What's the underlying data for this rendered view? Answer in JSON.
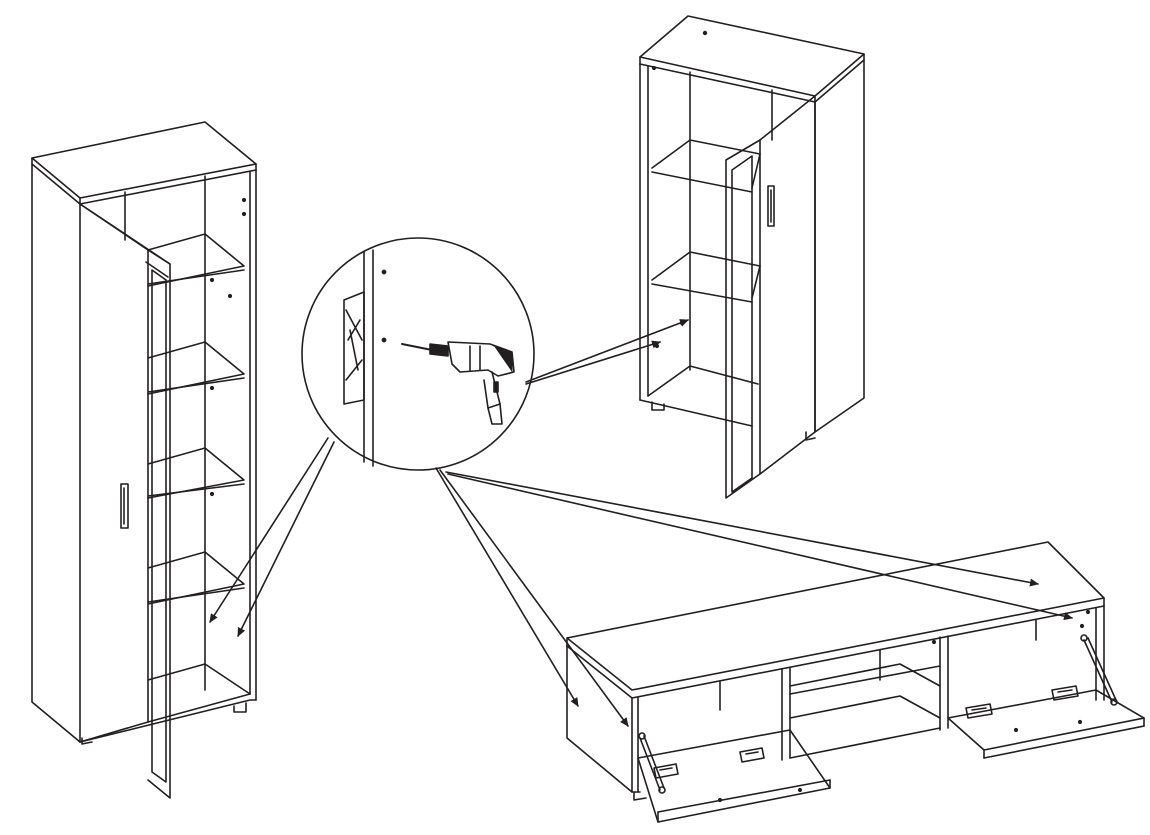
{
  "diagram": {
    "type": "furniture-assembly-instruction",
    "background_color": "#ffffff",
    "line_color": "#231f20",
    "items": [
      {
        "name": "tall-glass-door-cabinet",
        "door_state": "open",
        "shelf_count": 4
      },
      {
        "name": "short-glass-door-cabinet",
        "door_state": "open",
        "shelf_count": 2
      },
      {
        "name": "tv-stand",
        "flap_doors": 2,
        "flap_state": "open"
      },
      {
        "name": "drill-detail-callout",
        "tool": "power-drill",
        "action": "drill-pilot-holes"
      }
    ],
    "text_labels": []
  }
}
